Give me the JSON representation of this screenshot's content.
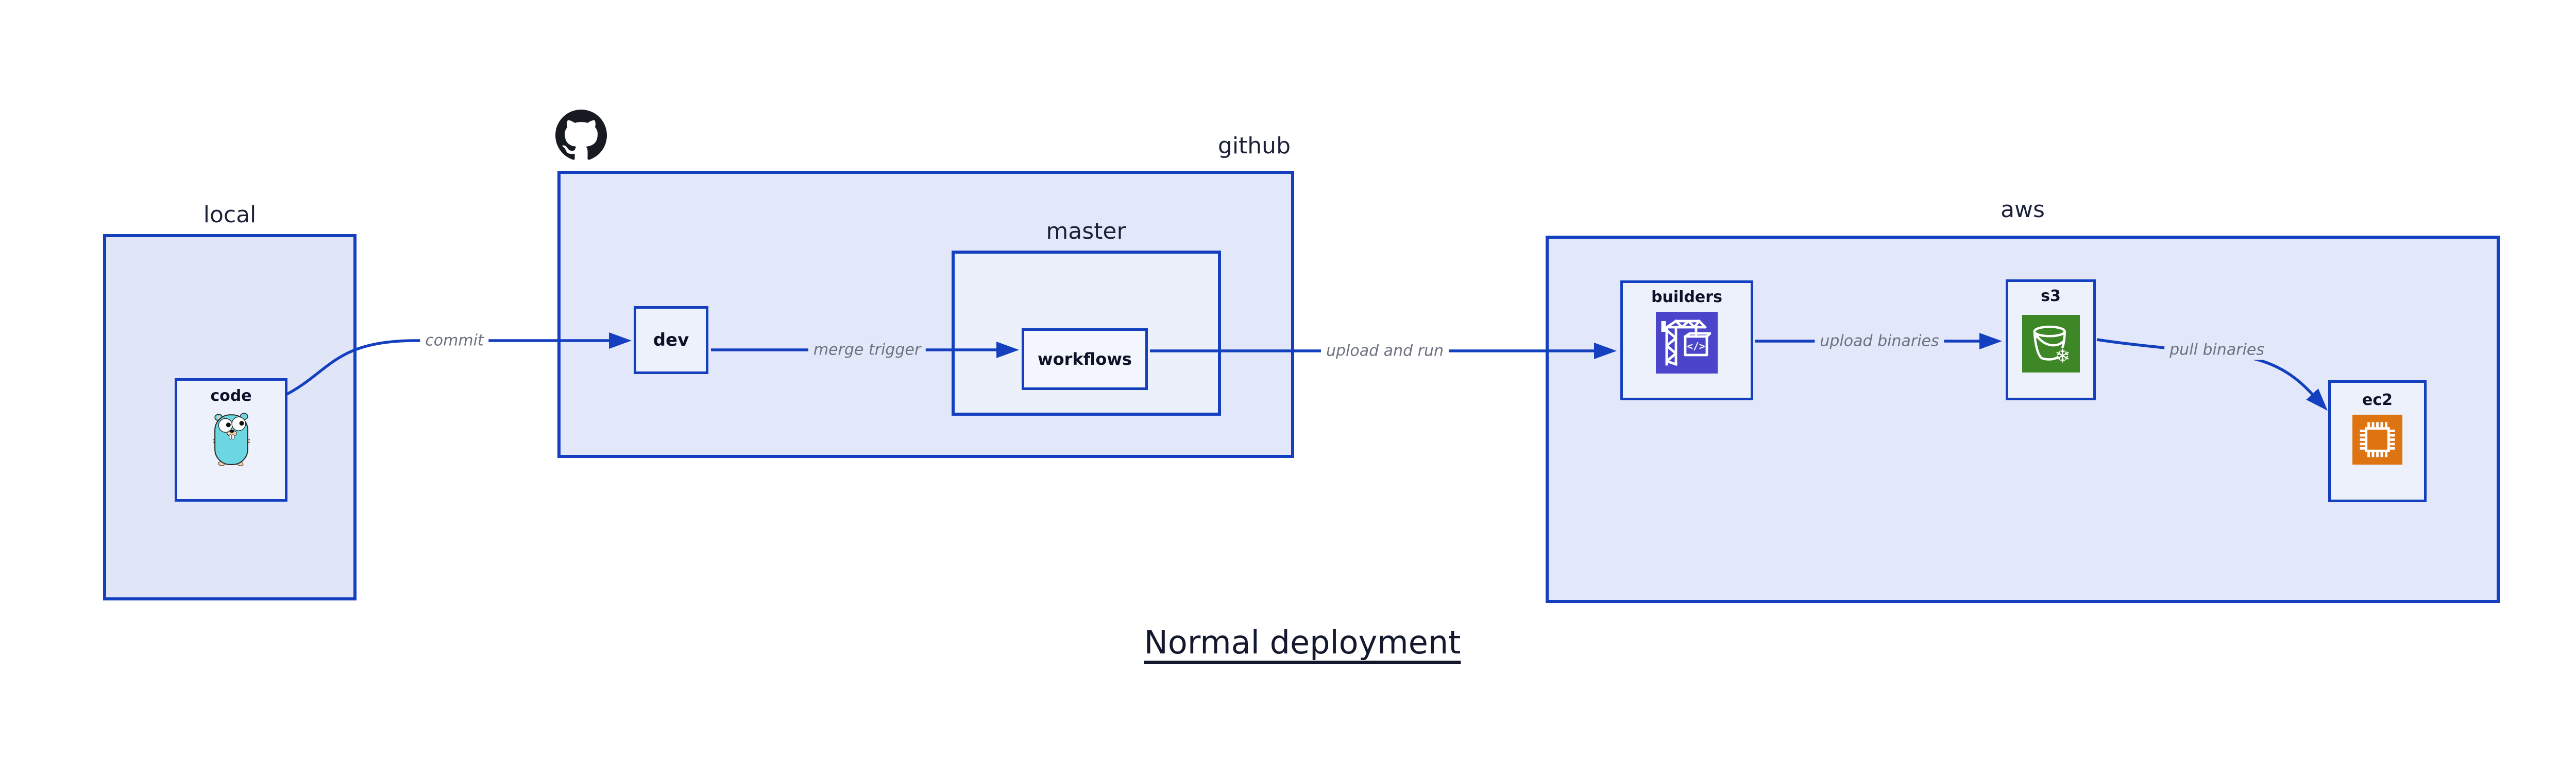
{
  "title": "Normal deployment",
  "regions": {
    "local": {
      "label": "local"
    },
    "github": {
      "label": "github"
    },
    "master": {
      "label": "master"
    },
    "aws": {
      "label": "aws"
    }
  },
  "nodes": {
    "code": {
      "label": "code"
    },
    "dev": {
      "label": "dev"
    },
    "workflows": {
      "label": "workflows"
    },
    "builders": {
      "label": "builders"
    },
    "s3": {
      "label": "s3"
    },
    "ec2": {
      "label": "ec2"
    }
  },
  "arrows": {
    "commit": {
      "label": "commit"
    },
    "merge_trigger": {
      "label": "merge trigger"
    },
    "upload_and_run": {
      "label": "upload and run"
    },
    "upload_binaries": {
      "label": "upload binaries"
    },
    "pull_binaries": {
      "label": "pull binaries"
    }
  },
  "icons": {
    "github_logo": "github-octocat-mark",
    "code": "go-gopher-mascot",
    "builders": "aws-codebuild-crane",
    "s3": "aws-s3-glacier-bucket-snowflake",
    "ec2": "aws-ec2-chip"
  },
  "colors": {
    "line_blue": "#1440c0",
    "region_fill": "#e2e7f9",
    "node_fill": "#edf1fc",
    "codebuild_indigo": "#4a45cb",
    "s3_green": "#3e8726",
    "ec2_orange": "#dd7411",
    "gopher_teal": "#6cd6e3",
    "label_gray": "#6d7280",
    "text_navy": "#14182e"
  }
}
